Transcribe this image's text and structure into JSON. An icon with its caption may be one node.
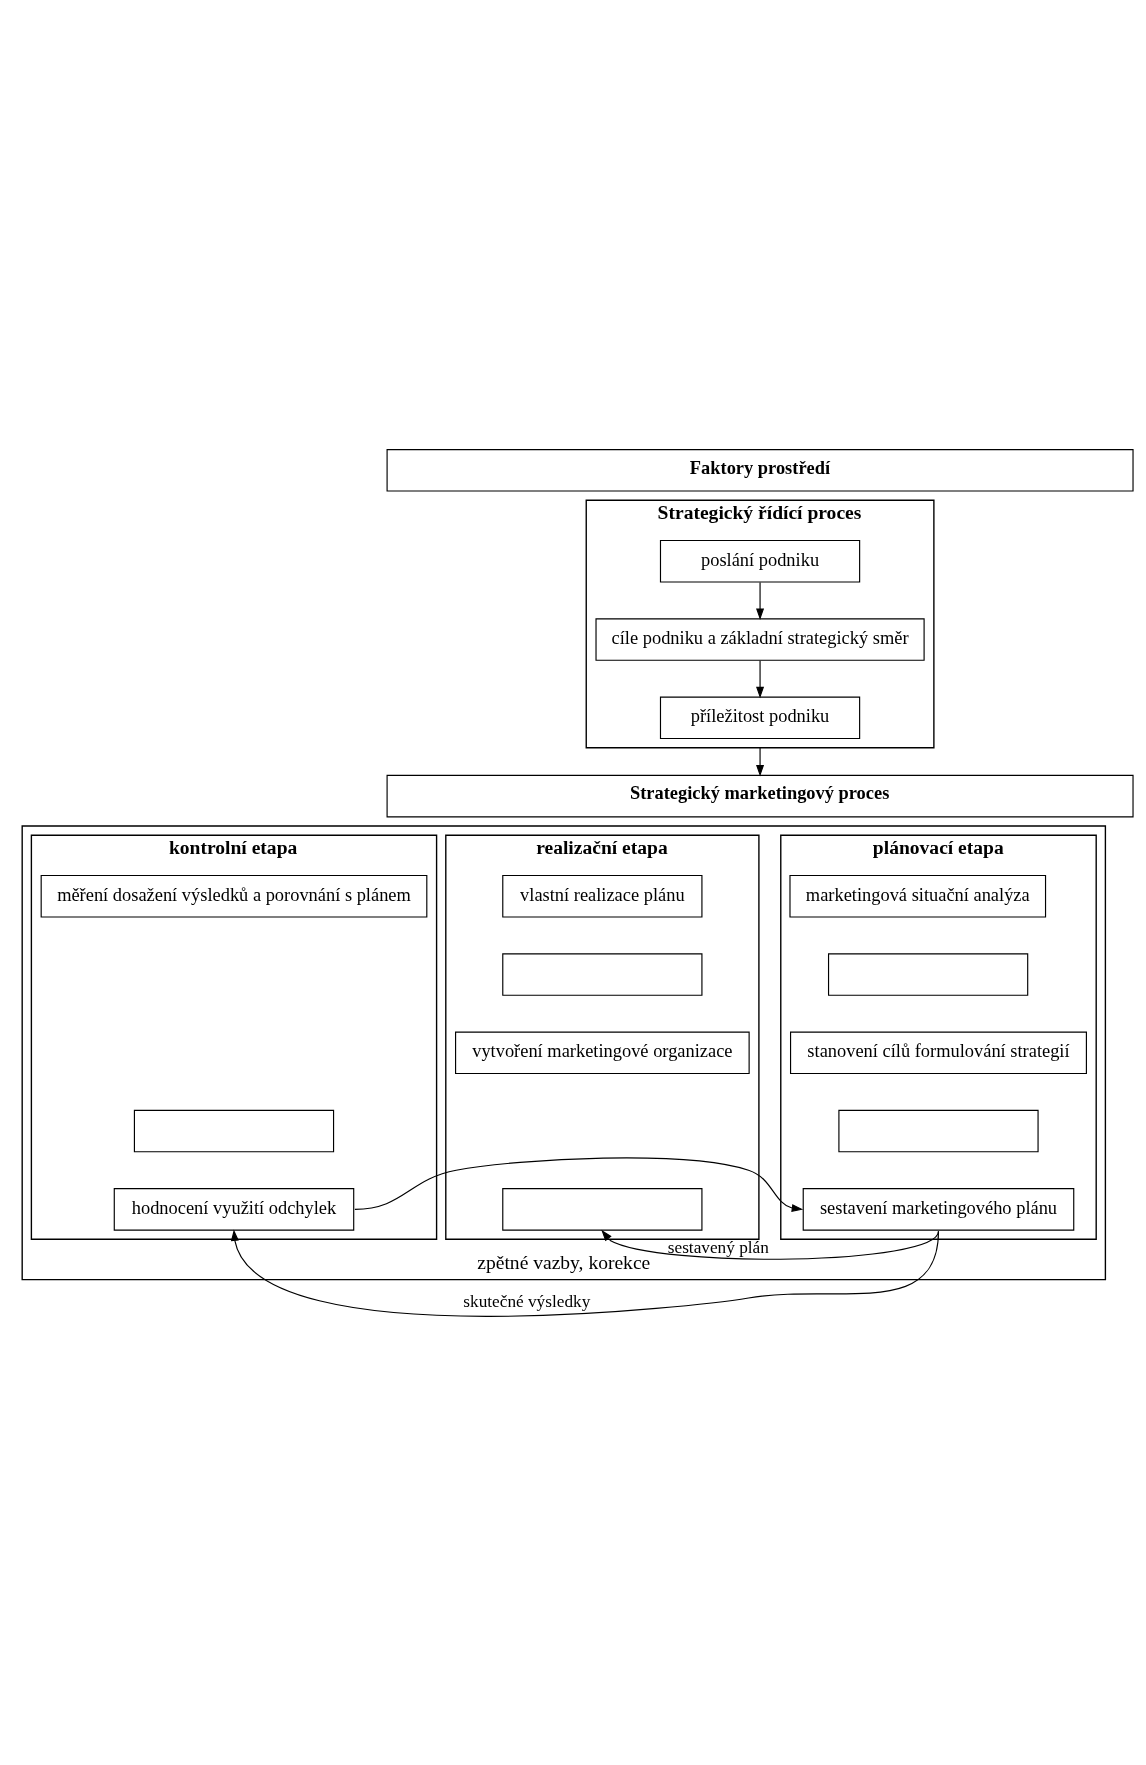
{
  "diagram": {
    "nodes": [
      {
        "text": [
          "Faktory prostředí"
        ]
      },
      {
        "text": [
          "Strategický řídící proces"
        ]
      },
      {
        "text": [
          "poslání podniku"
        ],
        "in": 1
      },
      {
        "text": [
          "cíle podniku a základní strategický směr"
        ],
        "in": 1
      },
      {
        "text": [
          "příležitost podniku"
        ],
        "in": 1
      },
      {
        "text": [
          "Strategický marketingový proces"
        ]
      },
      {
        "text": [
          "zpětné vazby, korekce"
        ]
      },
      {
        "text": [
          "plánovací etapa"
        ],
        "in": 6
      },
      {
        "text": [
          "marketingová situační analýza"
        ],
        "in": 7
      },
      {
        "text": [],
        "shape": "box",
        "in": 7
      },
      {
        "text": [
          "stanovení cílů formulování strategií"
        ],
        "in": 7
      },
      {
        "text": [],
        "shape": "box",
        "in": 7
      },
      {
        "text": [
          "sestavení marketingového plánu"
        ],
        "in": 7
      },
      {
        "text": [
          "realizační etapa"
        ],
        "in": 6
      },
      {
        "text": [
          "vlastní realizace plánu"
        ],
        "in": 13
      },
      {
        "text": [],
        "shape": "box",
        "in": 13
      },
      {
        "text": [
          "vytvoření marketingové organizace"
        ],
        "in": 13
      },
      {
        "text": [],
        "shape": "box",
        "in": 13
      },
      {
        "text": [
          "kontrolní etapa"
        ],
        "in": 6
      },
      {
        "text": [
          "měření dosažení výsledků a porovnání s plánem"
        ],
        "in": 18
      },
      {
        "text": [],
        "shape": "box",
        "in": 18
      },
      {
        "text": [
          "hodnocení využití odchylek"
        ],
        "in": 18
      }
    ],
    "edges": [
      {
        "from": 2,
        "to": 3,
        "arrow": "to"
      },
      {
        "from": 3,
        "to": 4,
        "arrow": "to"
      },
      {
        "from": 1,
        "to": 5,
        "arrow": "to"
      },
      {
        "from": 12,
        "to": 17,
        "arrow": "to",
        "label": "sestavený plán"
      },
      {
        "from": 12,
        "to": 21,
        "arrow": "to",
        "label": "skutečné výsledky"
      },
      {
        "from": 21,
        "to": 12,
        "arrow": "to"
      }
    ]
  }
}
